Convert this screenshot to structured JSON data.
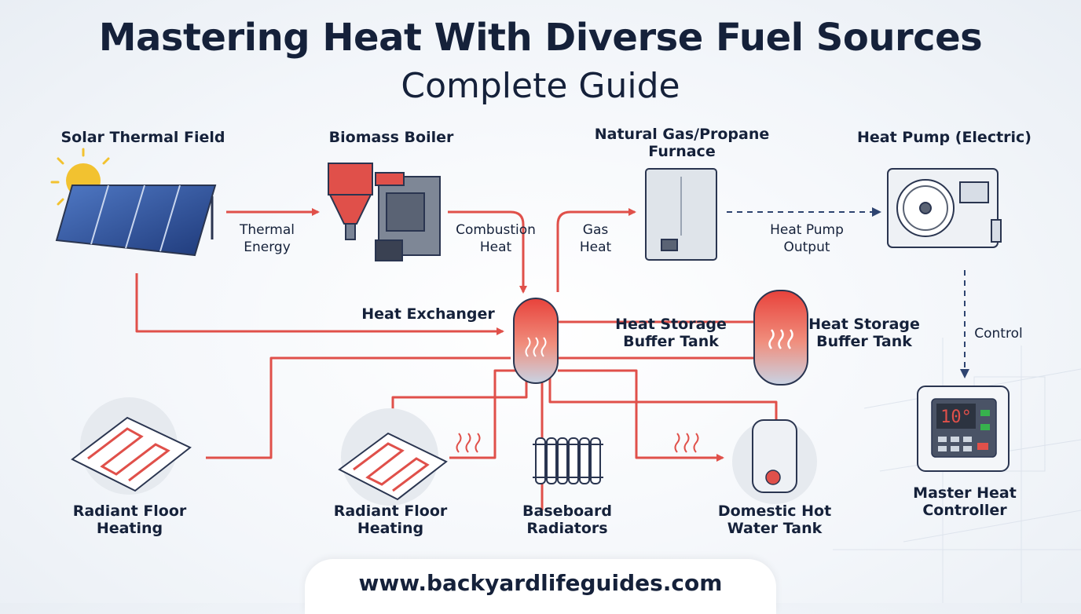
{
  "header": {
    "title": "Mastering Heat With Diverse Fuel Sources",
    "subtitle": "Complete Guide"
  },
  "components": {
    "solar": "Solar Thermal Field",
    "biomass": "Biomass Boiler",
    "furnace_line1": "Natural Gas/Propane",
    "furnace_line2": "Furnace",
    "heatpump": "Heat Pump (Electric)",
    "storage1_line1": "Heat Storage",
    "storage1_line2": "Buffer Tank",
    "storage2_line1": "Heat Storage",
    "storage2_line2": "Buffer Tank",
    "floor1_line1": "Radiant Floor",
    "floor1_line2": "Heating",
    "floor2_line1": "Radiant Floor",
    "floor2_line2": "Heating",
    "baseboard_line1": "Baseboard",
    "baseboard_line2": "Radiators",
    "dhw_line1": "Domestic Hot",
    "dhw_line2": "Water Tank",
    "controller_line1": "Master Heat",
    "controller_line2": "Controller",
    "controller_display": "10°"
  },
  "flows": {
    "thermal_line1": "Thermal",
    "thermal_line2": "Energy",
    "combustion_line1": "Combustion",
    "combustion_line2": "Heat",
    "gas_line1": "Gas",
    "gas_line2": "Heat",
    "hp_line1": "Heat Pump",
    "hp_line2": "Output",
    "exchanger": "Heat Exchanger",
    "control": "Control"
  },
  "footer": {
    "url": "www.backyardlifeguides.com"
  },
  "colors": {
    "pipe": "#e0504a",
    "dash": "#2e4470",
    "text": "#15213a",
    "accent": "#f2c230"
  }
}
